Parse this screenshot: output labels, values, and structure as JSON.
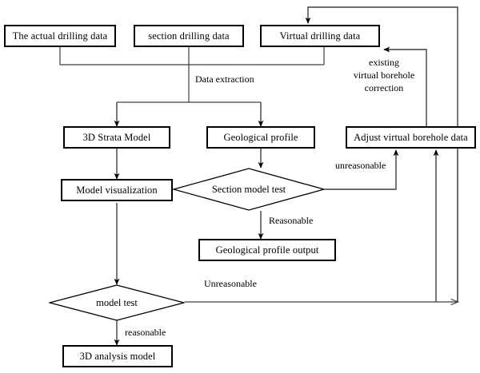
{
  "diagram": {
    "title": "Geological modeling workflow flowchart",
    "type": "flowchart",
    "colors": {
      "stroke": "#000000",
      "wire": "#3d3d46",
      "background": "#ffffff",
      "text": "#000000"
    }
  },
  "nodes": {
    "actual_drilling_data": "The actual drilling data",
    "section_drilling_data": "section drilling data",
    "virtual_drilling_data": "Virtual drilling data",
    "strata_model_3d": "3D Strata Model",
    "geological_profile": "Geological profile",
    "adjust_virtual_borehole": "Adjust virtual borehole data",
    "model_visualization": "Model visualization",
    "section_model_test": "Section model test",
    "geological_profile_output": "Geological profile output",
    "model_test": "model test",
    "analysis_model_3d": "3D analysis model"
  },
  "edge_labels": {
    "data_extraction": "Data extraction",
    "existing_virtual_borehole_correction": "existing\nvirtual borehole\ncorrection",
    "unreasonable_section": "unreasonable",
    "reasonable_section": "Reasonable",
    "unreasonable_model": "Unreasonable",
    "reasonable_model": "reasonable"
  }
}
